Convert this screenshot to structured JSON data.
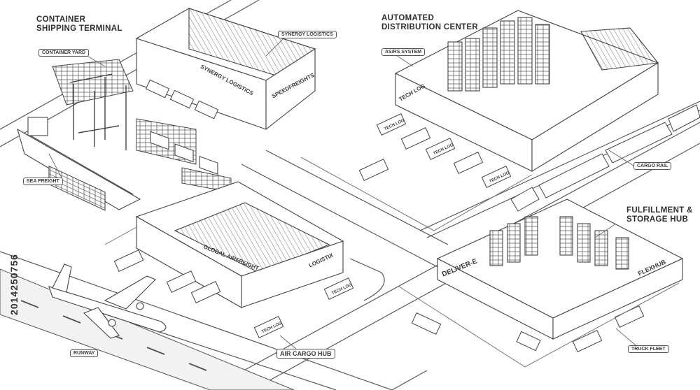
{
  "headings": {
    "container_terminal": [
      "CONTAINER",
      "SHIPPING TERMINAL"
    ],
    "distribution_center": [
      "AUTOMATED",
      "DISTRIBUTION CENTER"
    ],
    "fulfillment_hub": [
      "FULFILLMENT &",
      "STORAGE HUB"
    ]
  },
  "callouts": {
    "container_yard": "CONTAINER YARD",
    "asrs_system": "AS/RS SYSTEM",
    "sea_freight": "SEA FREIGHT",
    "cargo_rail": "CARGO RAIL",
    "runway": "RUNWAY",
    "air_cargo_hub": "AIR CARGO HUB",
    "truck_fleet": "TRUCK FLEET"
  },
  "building_signs": {
    "synergy_logistics_top": "SYNERGY LOGISTICS",
    "synergy_logistics_wall": "SYNERGY LOGISTICS",
    "speedfreights": "SPEEDFREIGHTS",
    "tech_log": "TECH LOG",
    "global_airfreight": "GLOBAL AIRFREIGHT",
    "logistix": "LOGISTIX",
    "deliver_e": "DELIVER-E",
    "flexhub": "FLEXHUB"
  },
  "truck_label": "TECH LOG",
  "stock_id": "2014250756",
  "colors": {
    "line": "#4a4a4a",
    "fill": "#ffffff",
    "ground": "#f4f4f4",
    "text": "#2f2f2f"
  }
}
